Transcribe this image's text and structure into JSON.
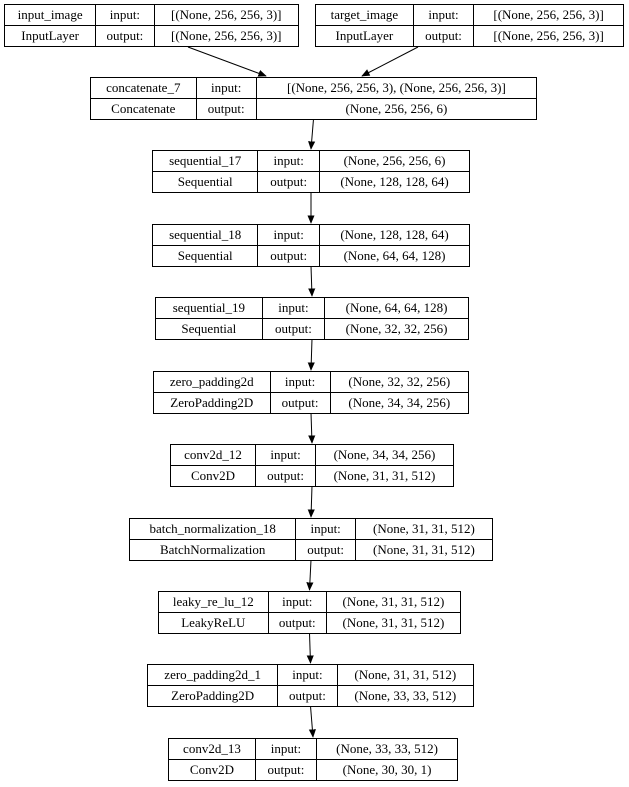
{
  "diagram": {
    "type": "keras-model-graph",
    "background_color": "#ffffff",
    "node_border_color": "#000000",
    "text_color": "#000000",
    "labels": {
      "input": "input:",
      "output": "output:"
    },
    "nodes": [
      {
        "id": "input_image",
        "name": "input_image",
        "class": "InputLayer",
        "input_shape": "[(None, 256, 256, 3)]",
        "output_shape": "[(None, 256, 256, 3)]"
      },
      {
        "id": "target_image",
        "name": "target_image",
        "class": "InputLayer",
        "input_shape": "[(None, 256, 256, 3)]",
        "output_shape": "[(None, 256, 256, 3)]"
      },
      {
        "id": "concatenate_7",
        "name": "concatenate_7",
        "class": "Concatenate",
        "input_shape": "[(None, 256, 256, 3), (None, 256, 256, 3)]",
        "output_shape": "(None, 256, 256, 6)"
      },
      {
        "id": "sequential_17",
        "name": "sequential_17",
        "class": "Sequential",
        "input_shape": "(None, 256, 256, 6)",
        "output_shape": "(None, 128, 128, 64)"
      },
      {
        "id": "sequential_18",
        "name": "sequential_18",
        "class": "Sequential",
        "input_shape": "(None, 128, 128, 64)",
        "output_shape": "(None, 64, 64, 128)"
      },
      {
        "id": "sequential_19",
        "name": "sequential_19",
        "class": "Sequential",
        "input_shape": "(None, 64, 64, 128)",
        "output_shape": "(None, 32, 32, 256)"
      },
      {
        "id": "zero_padding2d",
        "name": "zero_padding2d",
        "class": "ZeroPadding2D",
        "input_shape": "(None, 32, 32, 256)",
        "output_shape": "(None, 34, 34, 256)"
      },
      {
        "id": "conv2d_12",
        "name": "conv2d_12",
        "class": "Conv2D",
        "input_shape": "(None, 34, 34, 256)",
        "output_shape": "(None, 31, 31, 512)"
      },
      {
        "id": "batch_normalization_18",
        "name": "batch_normalization_18",
        "class": "BatchNormalization",
        "input_shape": "(None, 31, 31, 512)",
        "output_shape": "(None, 31, 31, 512)"
      },
      {
        "id": "leaky_re_lu_12",
        "name": "leaky_re_lu_12",
        "class": "LeakyReLU",
        "input_shape": "(None, 31, 31, 512)",
        "output_shape": "(None, 31, 31, 512)"
      },
      {
        "id": "zero_padding2d_1",
        "name": "zero_padding2d_1",
        "class": "ZeroPadding2D",
        "input_shape": "(None, 31, 31, 512)",
        "output_shape": "(None, 33, 33, 512)"
      },
      {
        "id": "conv2d_13",
        "name": "conv2d_13",
        "class": "Conv2D",
        "input_shape": "(None, 33, 33, 512)",
        "output_shape": "(None, 30, 30, 1)"
      }
    ],
    "edges": [
      {
        "from": "input_image",
        "to": "concatenate_7"
      },
      {
        "from": "target_image",
        "to": "concatenate_7"
      },
      {
        "from": "concatenate_7",
        "to": "sequential_17"
      },
      {
        "from": "sequential_17",
        "to": "sequential_18"
      },
      {
        "from": "sequential_18",
        "to": "sequential_19"
      },
      {
        "from": "sequential_19",
        "to": "zero_padding2d"
      },
      {
        "from": "zero_padding2d",
        "to": "conv2d_12"
      },
      {
        "from": "conv2d_12",
        "to": "batch_normalization_18"
      },
      {
        "from": "batch_normalization_18",
        "to": "leaky_re_lu_12"
      },
      {
        "from": "leaky_re_lu_12",
        "to": "zero_padding2d_1"
      },
      {
        "from": "zero_padding2d_1",
        "to": "conv2d_13"
      }
    ]
  }
}
